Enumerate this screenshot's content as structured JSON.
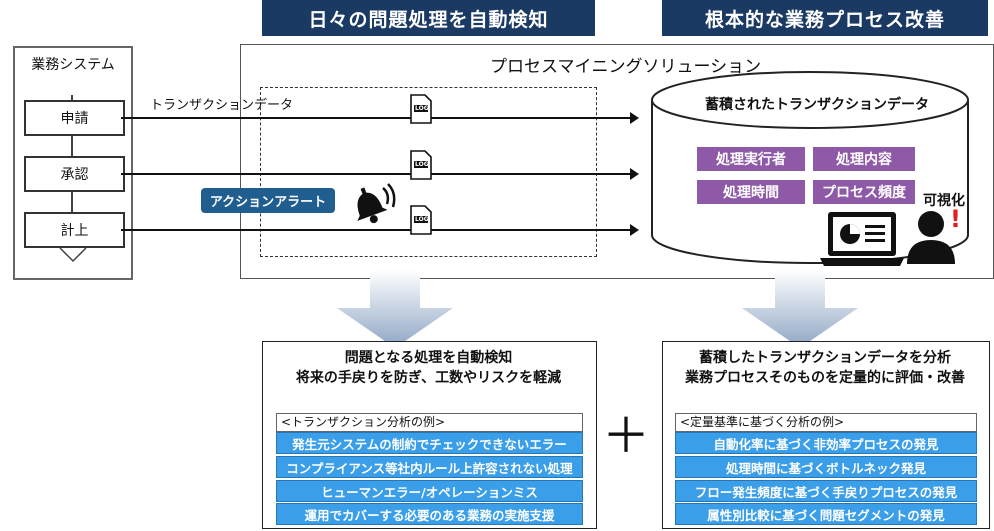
{
  "banners": {
    "left": "日々の問題処理を自動検知",
    "right": "根本的な業務プロセス改善"
  },
  "system": {
    "title": "業務システム",
    "steps": [
      "申請",
      "承認",
      "計上"
    ]
  },
  "solution": {
    "title": "プロセスマイニングソリューション",
    "transaction_label": "トランザクションデータ",
    "log_label": "LOG",
    "action_alert": "アクションアラート",
    "db_title": "蓄積されたトランザクションデータ",
    "tags": [
      "処理実行者",
      "処理内容",
      "処理時間",
      "プロセス頻度"
    ],
    "visualize_label": "可視化",
    "exclaim": "!"
  },
  "left_result": {
    "heading_line1": "問題となる処理を自動検知",
    "heading_line2": "将来の手戻りを防ぎ、工数やリスクを軽減",
    "list_title": "<トランザクション分析の例>",
    "items": [
      "発生元システムの制約でチェックできないエラー",
      "コンプライアンス等社内ルール上許容されない処理",
      "ヒューマンエラー/オペレーションミス",
      "運用でカバーする必要のある業務の実施支援"
    ]
  },
  "plus": "＋",
  "right_result": {
    "heading_line1": "蓄積したトランザクションデータを分析",
    "heading_line2": "業務プロセスそのものを定量的に評価・改善",
    "list_title": "<定量基準に基づく分析の例>",
    "items": [
      "自動化率に基づく非効率プロセスの発見",
      "処理時間に基づくボトルネック発見",
      "フロー発生頻度に基づく手戻りプロセスの発見",
      "属性別比較に基づく問題セグメントの発見"
    ]
  },
  "colors": {
    "banner": "#1b3a63",
    "alert": "#1f5e8e",
    "tag": "#8e5aa8",
    "row": "#3a9ee8"
  }
}
